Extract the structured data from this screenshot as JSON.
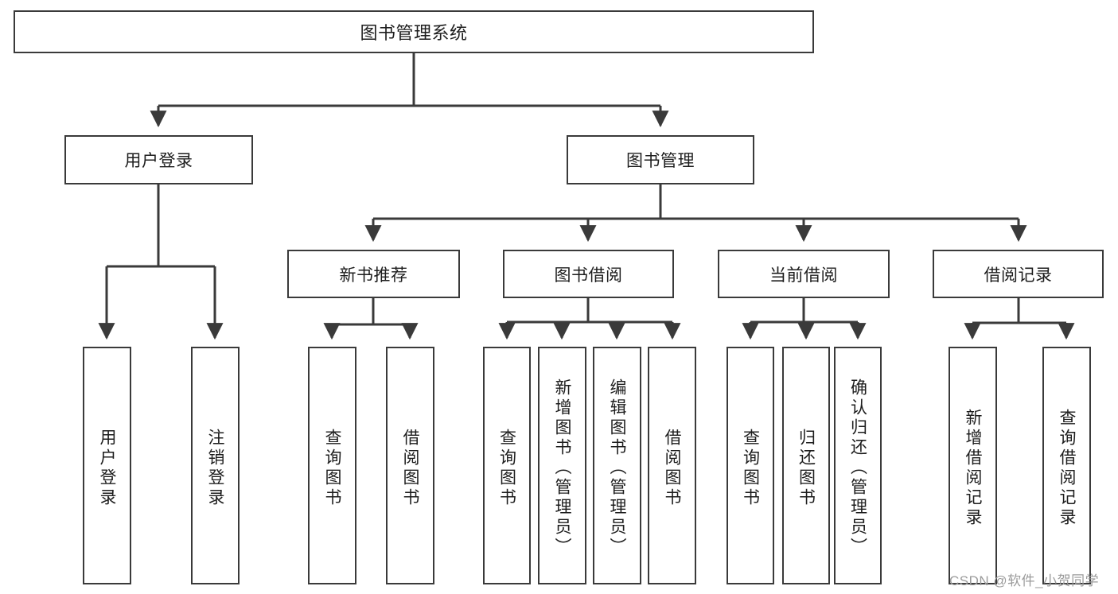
{
  "diagram": {
    "title": "图书管理系统",
    "type": "tree-hierarchy",
    "orientation": "top-down",
    "colors": {
      "box_border": "#3a3a3a",
      "box_fill": "#ffffff",
      "connector": "#3a3a3a",
      "text": "#1d1d1d",
      "watermark": "#9b9b9b",
      "background": "#ffffff"
    },
    "root": {
      "label": "图书管理系统"
    },
    "level2": [
      {
        "label": "用户登录"
      },
      {
        "label": "图书管理"
      }
    ],
    "level3": [
      {
        "label": "新书推荐"
      },
      {
        "label": "图书借阅"
      },
      {
        "label": "当前借阅"
      },
      {
        "label": "借阅记录"
      }
    ],
    "leaves": {
      "user_login": [
        {
          "label": "用户登录"
        },
        {
          "label": "注销登录"
        }
      ],
      "new_book_recommend": [
        {
          "label": "查询图书"
        },
        {
          "label": "借阅图书"
        }
      ],
      "book_borrow": [
        {
          "label": "查询图书"
        },
        {
          "label": "新增图书（管理员）"
        },
        {
          "label": "编辑图书（管理员）"
        },
        {
          "label": "借阅图书"
        }
      ],
      "current_borrow": [
        {
          "label": "查询图书"
        },
        {
          "label": "归还图书"
        },
        {
          "label": "确认归还（管理员）"
        }
      ],
      "borrow_record": [
        {
          "label": "新增借阅记录"
        },
        {
          "label": "查询借阅记录"
        }
      ]
    }
  },
  "watermark": {
    "text": "CSDN @软件_小贺同学"
  }
}
